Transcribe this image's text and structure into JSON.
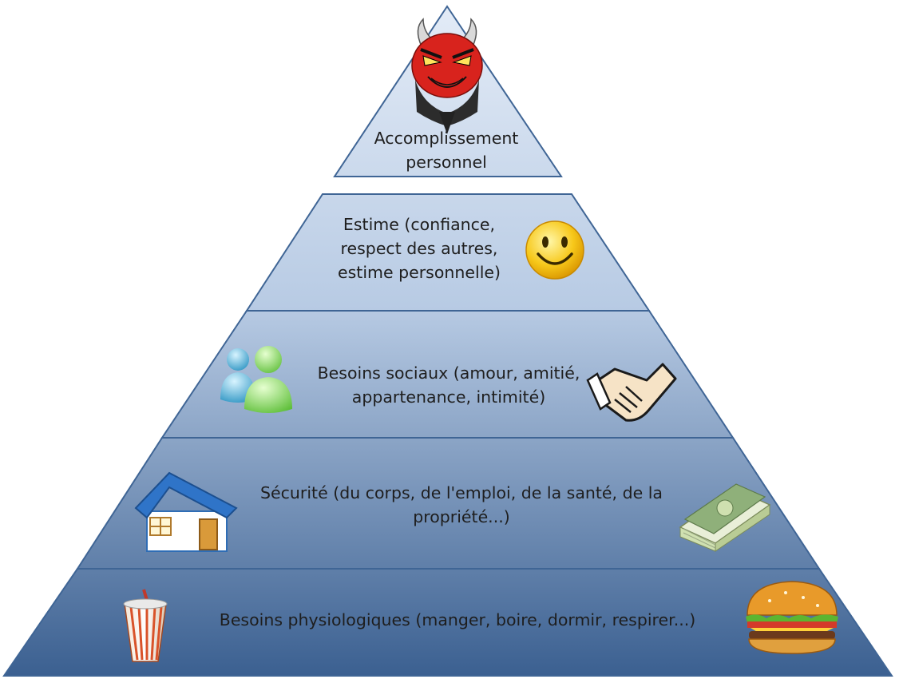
{
  "pyramid": {
    "levels": [
      {
        "key": "self_actualization",
        "lines": [
          "Accomplissement",
          "personnel"
        ],
        "icons": [
          "devil-mask-icon"
        ]
      },
      {
        "key": "esteem",
        "lines": [
          "Estime (confiance,",
          "respect des autres,",
          "estime personnelle)"
        ],
        "icons": [
          "smiley-face-icon"
        ]
      },
      {
        "key": "social",
        "lines": [
          "Besoins sociaux (amour, amitié,",
          "appartenance, intimité)"
        ],
        "icons": [
          "users-icon",
          "handshake-icon"
        ]
      },
      {
        "key": "safety",
        "lines": [
          "Sécurité (du corps, de l'emploi, de la santé, de la",
          "propriété...)"
        ],
        "icons": [
          "house-icon",
          "money-stack-icon"
        ]
      },
      {
        "key": "physiological",
        "lines": [
          "Besoins physiologiques (manger, boire, dormir, respirer...)"
        ],
        "icons": [
          "drink-cup-icon",
          "hamburger-icon"
        ]
      }
    ]
  },
  "colors": {
    "edge": "#3f6595",
    "gradient_light": "#dfe8f5",
    "gradient_dark": "#3e6394"
  }
}
